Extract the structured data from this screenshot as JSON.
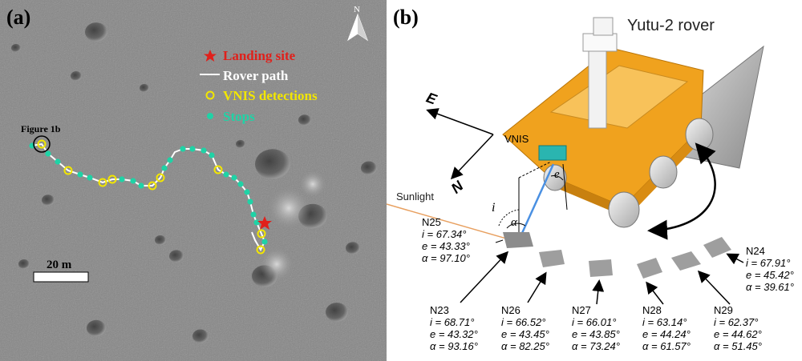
{
  "panel_a": {
    "label": "(a)",
    "north": "N",
    "legend": {
      "landing_site": "Landing site",
      "rover_path": "Rover path",
      "vnis_detections": "VNIS detections",
      "stops": "Stops"
    },
    "callout": "Figure 1b",
    "scale_bar": "20 m",
    "colors": {
      "landing": "#e0201b",
      "path": "#ffffff",
      "vnis": "#f2e600",
      "stops": "#1fd3a6"
    }
  },
  "panel_b": {
    "label": "(b)",
    "title": "Yutu-2 rover",
    "axis_east": "E",
    "axis_north": "N",
    "sunlight": "Sunlight",
    "instrument": "VNIS",
    "angle_i": "i",
    "angle_e": "e",
    "angle_alpha": "α",
    "colors": {
      "rover_body": "#f0a21e",
      "sunlight": "#e8a060",
      "view": "#4a90e2",
      "instrument": "#2ab5b0"
    },
    "sites": [
      {
        "name": "N25",
        "i": "i = 67.34°",
        "e": "e = 43.33°",
        "a": "α = 97.10°"
      },
      {
        "name": "N23",
        "i": "i = 68.71°",
        "e": "e = 43.32°",
        "a": "α = 93.16°"
      },
      {
        "name": "N26",
        "i": "i = 66.52°",
        "e": "e = 43.45°",
        "a": "α = 82.25°"
      },
      {
        "name": "N27",
        "i": "i = 66.01°",
        "e": "e = 43.85°",
        "a": "α = 73.24°"
      },
      {
        "name": "N28",
        "i": "i = 63.14°",
        "e": "e = 44.24°",
        "a": "α = 61.57°"
      },
      {
        "name": "N29",
        "i": "i = 62.37°",
        "e": "e = 44.62°",
        "a": "α = 51.45°"
      },
      {
        "name": "N24",
        "i": "i = 67.91°",
        "e": "e = 45.42°",
        "a": "α = 39.61°"
      }
    ]
  }
}
